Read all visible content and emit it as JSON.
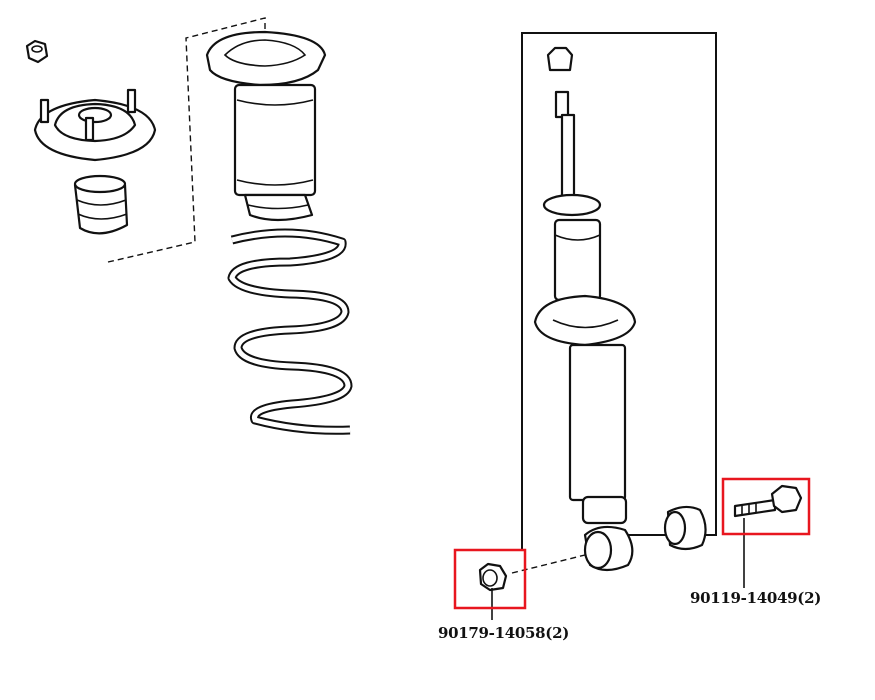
{
  "diagram": {
    "callouts": [
      {
        "part_number": "90179-14058(2)",
        "part": "nut"
      },
      {
        "part_number": "90119-14049(2)",
        "part": "bolt"
      }
    ],
    "highlight_color": "#e8161f",
    "line_color": "#111111"
  }
}
